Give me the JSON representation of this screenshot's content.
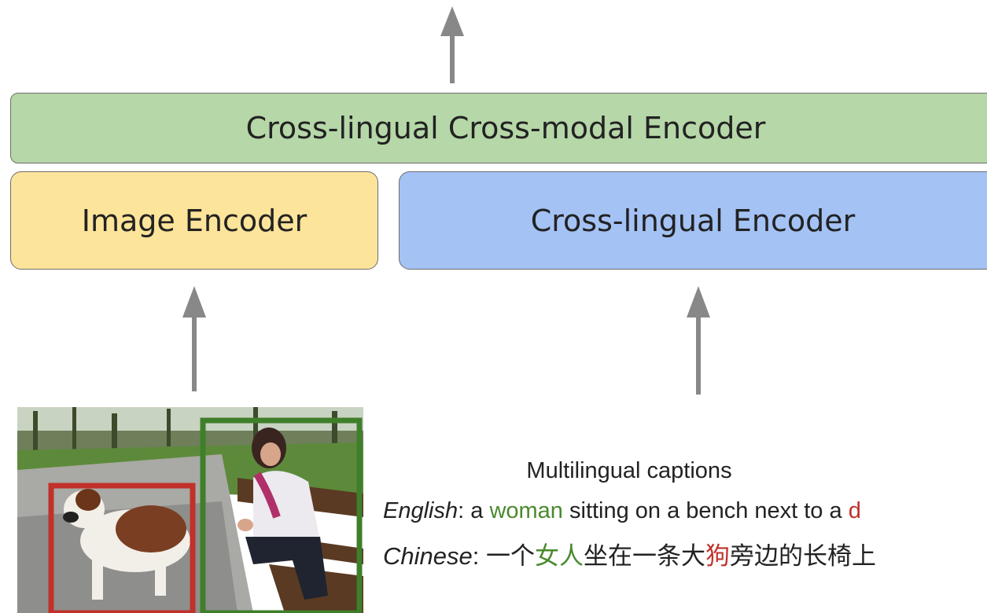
{
  "diagram": {
    "top_box": "Cross-lingual Cross-modal Encoder",
    "left_box": "Image Encoder",
    "right_box": "Cross-lingual Encoder",
    "caption_title": "Multilingual captions",
    "english": {
      "lang": "English",
      "sep": ": ",
      "pre": "a ",
      "hl1": "woman",
      "mid": " sitting on a bench next to a ",
      "hl2": "d"
    },
    "chinese": {
      "lang": "Chinese",
      "sep": ": ",
      "pre": "一个",
      "hl1": "女人",
      "mid": "坐在一条大",
      "hl2": "狗",
      "post": "旁边的长椅上"
    }
  },
  "colors": {
    "top_box": "#b6d7a8",
    "left_box": "#fde49b",
    "right_box": "#a4c2f4",
    "arrow": "#888888",
    "highlight_woman": "#4a8a2e",
    "highlight_dog": "#c0312b"
  },
  "image_regions": [
    "dog-region",
    "woman-region"
  ]
}
